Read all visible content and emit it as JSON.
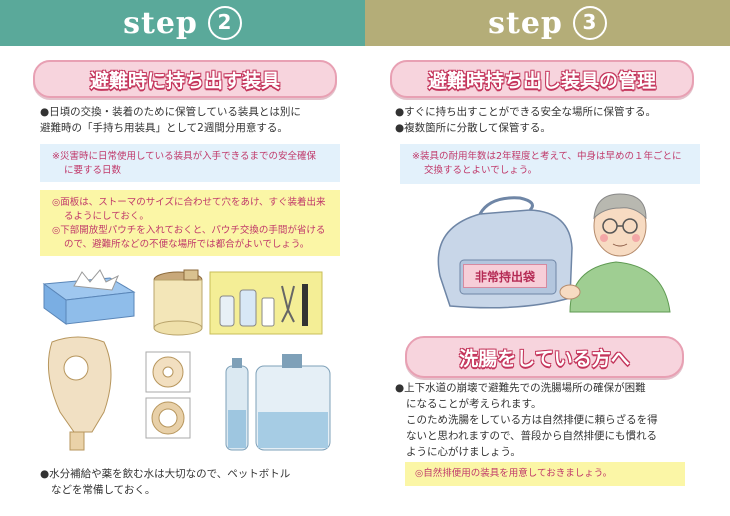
{
  "step2": {
    "header_word": "step",
    "header_num": "2",
    "title": "避難時に持ち出す装具",
    "bullet1_line1": "日頃の交換・装着のために保管している装具とは別に",
    "bullet1_line2": "避難時の「手持ち用装具」として2週間分用意する。",
    "note_line1": "※災害時に日常使用している装具が入手できるまでの安全確保",
    "note_line2": "に要する日数",
    "tip1_line1": "◎面板は、ストーマのサイズに合わせて穴をあけ、すぐ装着出来",
    "tip1_line2": "るようにしておく。",
    "tip2_line1": "◎下部開放型パウチを入れておくと、パウチ交換の手間が省ける",
    "tip2_line2": "ので、避難所などの不便な場所では都合がよいでしょう。",
    "bottom_line1": "水分補給や薬を飲む水は大切なので、ペットボトル",
    "bottom_line2": "などを常備しておく。"
  },
  "step3": {
    "header_word": "step",
    "header_num": "3",
    "title": "避難時持ち出し装具の管理",
    "bullet1": "すぐに持ち出すことができる安全な場所に保管する。",
    "bullet2": "複数箇所に分散して保管する。",
    "note_line1": "※装具の耐用年数は2年程度と考えて、中身は早めの１年ごとに",
    "note_line2": "交換するとよいでしょう。",
    "bag_label": "非常持出袋",
    "title2": "洗腸をしている方へ",
    "para_line1": "上下水道の崩壊で避難先での洗腸場所の確保が困難",
    "para_line2": "になることが考えられます。",
    "para_line3": "このため洗腸をしている方は自然排便に頼らざるを得",
    "para_line4": "ないと思われますので、普段から自然排便にも慣れる",
    "para_line5": "ように心がけましょう。",
    "tip": "◎自然排便用の装具を用意しておきましょう。"
  },
  "colors": {
    "step2_header": "#5aa99a",
    "step3_header": "#b4ad78",
    "pill_text_outline": "#c4365c",
    "note_text": "#c0396a"
  }
}
